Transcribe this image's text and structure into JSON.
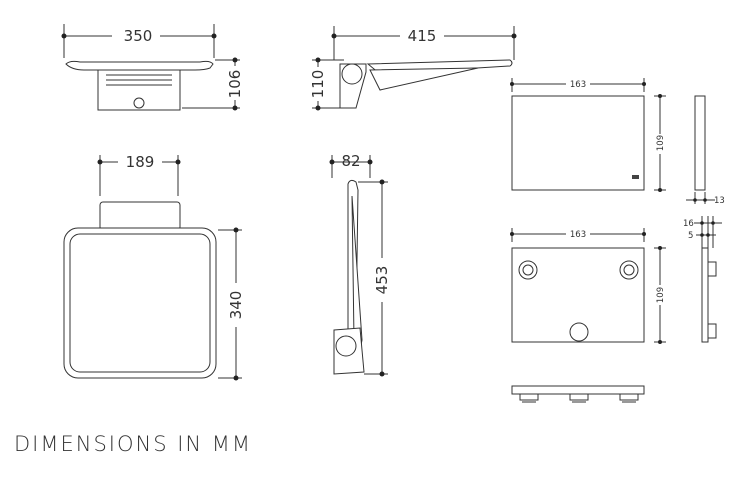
{
  "dimensions": {
    "top_width": "350",
    "top_height": "106",
    "side_width": "415",
    "side_height": "110",
    "front_width": "189",
    "front_height": "340",
    "folded_depth": "82",
    "folded_height": "453",
    "plate_width_top": "163",
    "plate_height_top": "109",
    "plate_thickness": "13",
    "plate_width_bottom": "163",
    "plate_height_bottom": "109",
    "edge_offset_16": "16",
    "edge_offset_5": "5"
  },
  "footer": {
    "caption": "DIMENSIONS IN MM"
  }
}
